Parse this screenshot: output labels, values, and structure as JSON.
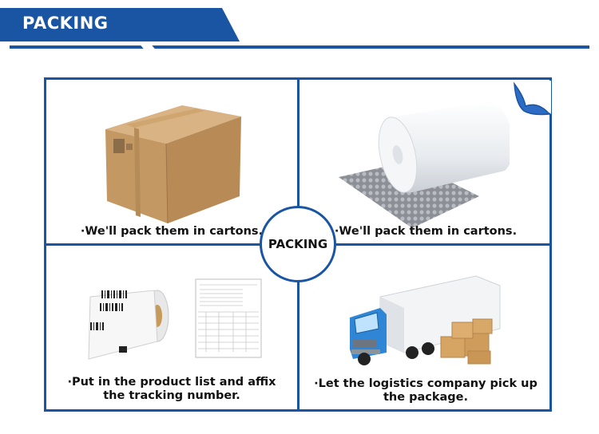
{
  "header": {
    "title": "PACKING"
  },
  "panels": [
    {
      "caption": "·We'll pack them in cartons.",
      "image": "cardboard-box"
    },
    {
      "caption": "·We'll pack them in cartons.",
      "image": "bubble-wrap-roll"
    },
    {
      "caption_line1": "·Put in the product list and affix",
      "caption_line2": "the tracking number.",
      "image": "shipping-labels-and-packing-list"
    },
    {
      "caption_line1": "·Let the logistics company pick up",
      "caption_line2": "the package.",
      "image": "delivery-truck-with-boxes"
    }
  ],
  "center": {
    "label": "PACKING"
  },
  "colors": {
    "accent": "#1a55a3"
  }
}
